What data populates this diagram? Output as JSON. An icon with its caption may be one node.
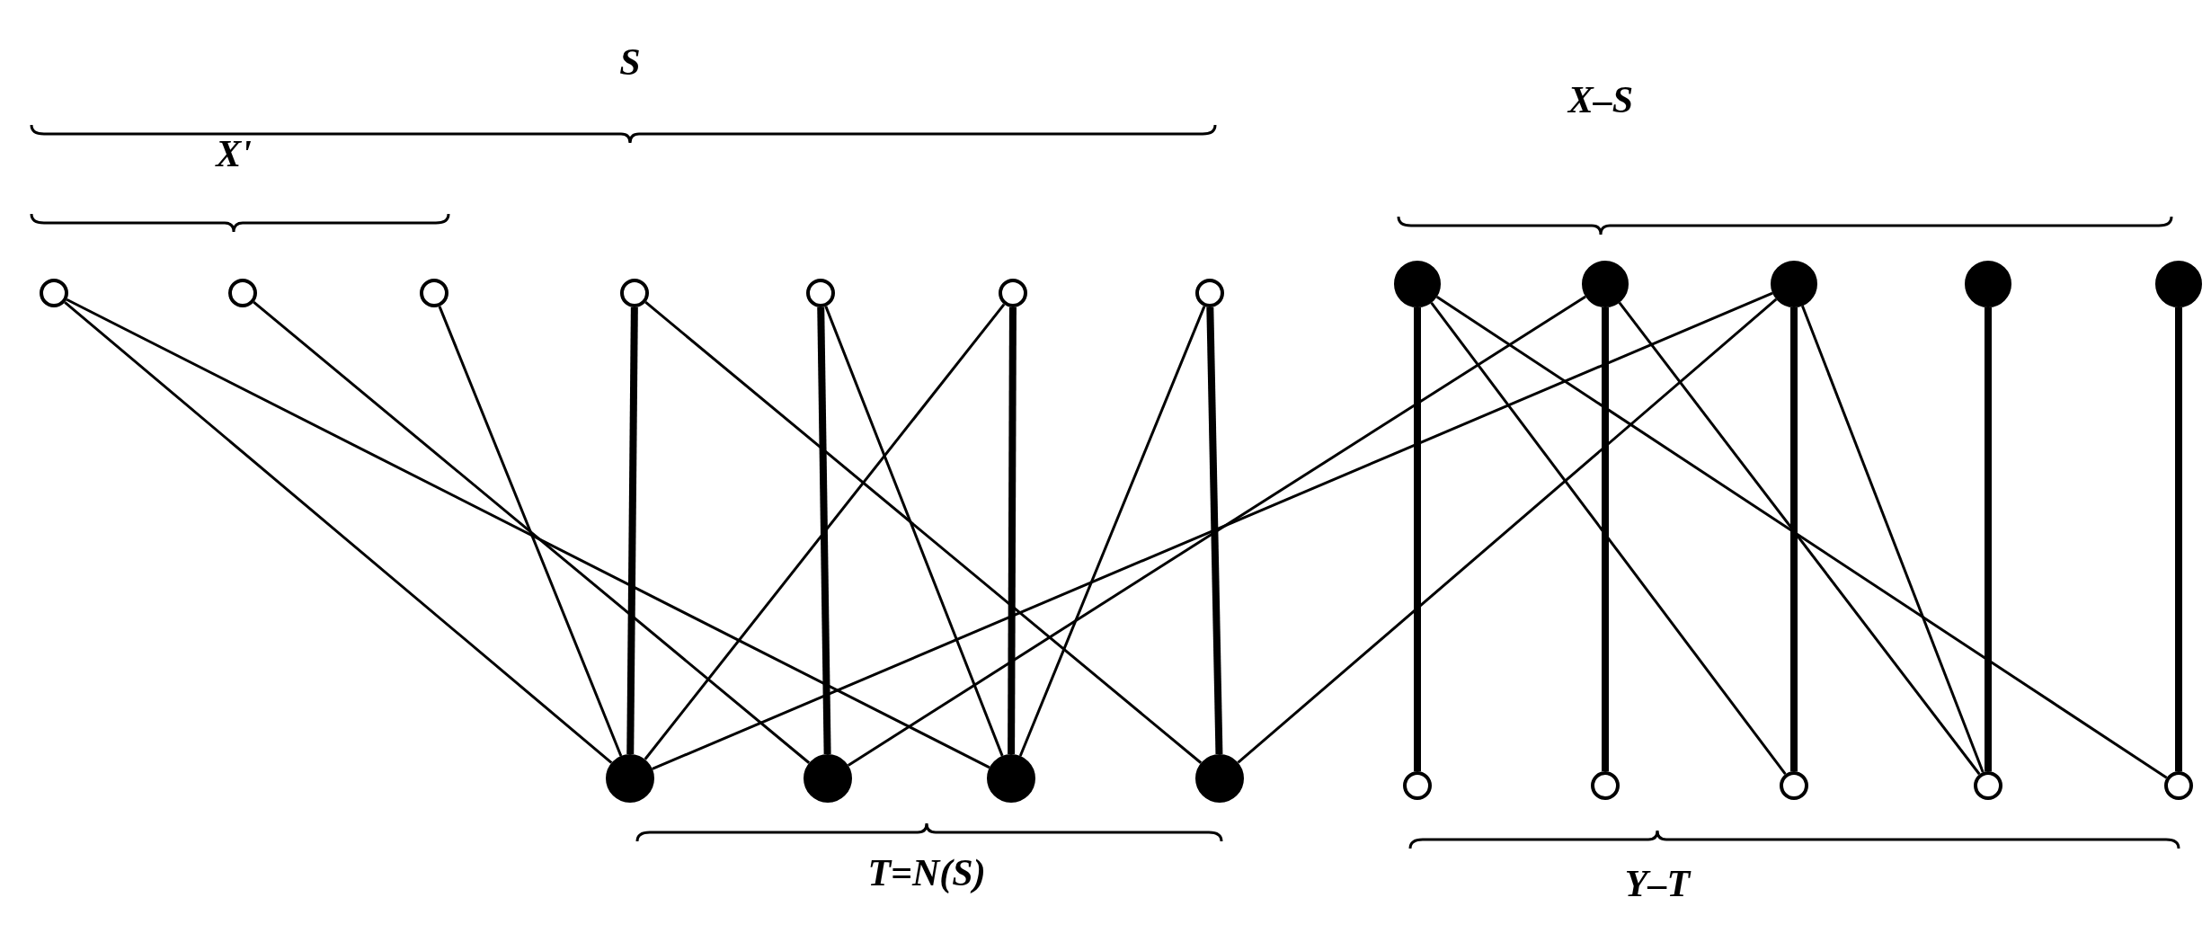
{
  "diagram": {
    "nodes": [
      {
        "text": [],
        "shape": "circle"
      },
      {
        "text": [],
        "shape": "circle"
      },
      {
        "text": [],
        "shape": "circle"
      },
      {
        "text": [],
        "shape": "circle"
      },
      {
        "text": [],
        "shape": "circle"
      },
      {
        "text": [],
        "shape": "circle"
      },
      {
        "text": [],
        "shape": "circle"
      },
      {
        "text": [],
        "shape": "circle"
      },
      {
        "text": [],
        "shape": "circle"
      },
      {
        "text": [],
        "shape": "circle"
      },
      {
        "text": [],
        "shape": "circle"
      },
      {
        "text": [],
        "shape": "circle"
      },
      {
        "text": [],
        "shape": "circle"
      },
      {
        "text": [],
        "shape": "circle"
      },
      {
        "text": [],
        "shape": "circle"
      },
      {
        "text": [],
        "shape": "circle"
      },
      {
        "text": [],
        "shape": "circle"
      },
      {
        "text": [],
        "shape": "circle"
      },
      {
        "text": [],
        "shape": "circle"
      },
      {
        "text": [],
        "shape": "circle"
      },
      {
        "text": [],
        "shape": "circle"
      }
    ],
    "edges": [
      {
        "from": 0,
        "to": 12,
        "arrow": "none"
      },
      {
        "from": 0,
        "to": 14,
        "arrow": "none"
      },
      {
        "from": 1,
        "to": 13,
        "arrow": "none"
      },
      {
        "from": 2,
        "to": 12,
        "arrow": "none"
      },
      {
        "from": 3,
        "to": 12,
        "arrow": "none",
        "style": "thick"
      },
      {
        "from": 3,
        "to": 15,
        "arrow": "none"
      },
      {
        "from": 4,
        "to": 13,
        "arrow": "none",
        "style": "thick"
      },
      {
        "from": 4,
        "to": 14,
        "arrow": "none"
      },
      {
        "from": 5,
        "to": 12,
        "arrow": "none"
      },
      {
        "from": 5,
        "to": 14,
        "arrow": "none",
        "style": "thick"
      },
      {
        "from": 6,
        "to": 14,
        "arrow": "none"
      },
      {
        "from": 6,
        "to": 15,
        "arrow": "none",
        "style": "thick"
      },
      {
        "from": 7,
        "to": 16,
        "arrow": "none",
        "style": "thick"
      },
      {
        "from": 7,
        "to": 18,
        "arrow": "none"
      },
      {
        "from": 7,
        "to": 20,
        "arrow": "none"
      },
      {
        "from": 8,
        "to": 13,
        "arrow": "none"
      },
      {
        "from": 8,
        "to": 17,
        "arrow": "none",
        "style": "thick"
      },
      {
        "from": 8,
        "to": 19,
        "arrow": "none"
      },
      {
        "from": 9,
        "to": 12,
        "arrow": "none"
      },
      {
        "from": 9,
        "to": 15,
        "arrow": "none"
      },
      {
        "from": 9,
        "to": 18,
        "arrow": "none",
        "style": "thick"
      },
      {
        "from": 9,
        "to": 19,
        "arrow": "none"
      },
      {
        "from": 10,
        "to": 19,
        "arrow": "none",
        "style": "thick"
      },
      {
        "from": 11,
        "to": 20,
        "arrow": "none",
        "style": "thick"
      }
    ],
    "labels": [
      "S",
      "X'",
      "X–S",
      "T=N(S)",
      "Y–T"
    ]
  }
}
